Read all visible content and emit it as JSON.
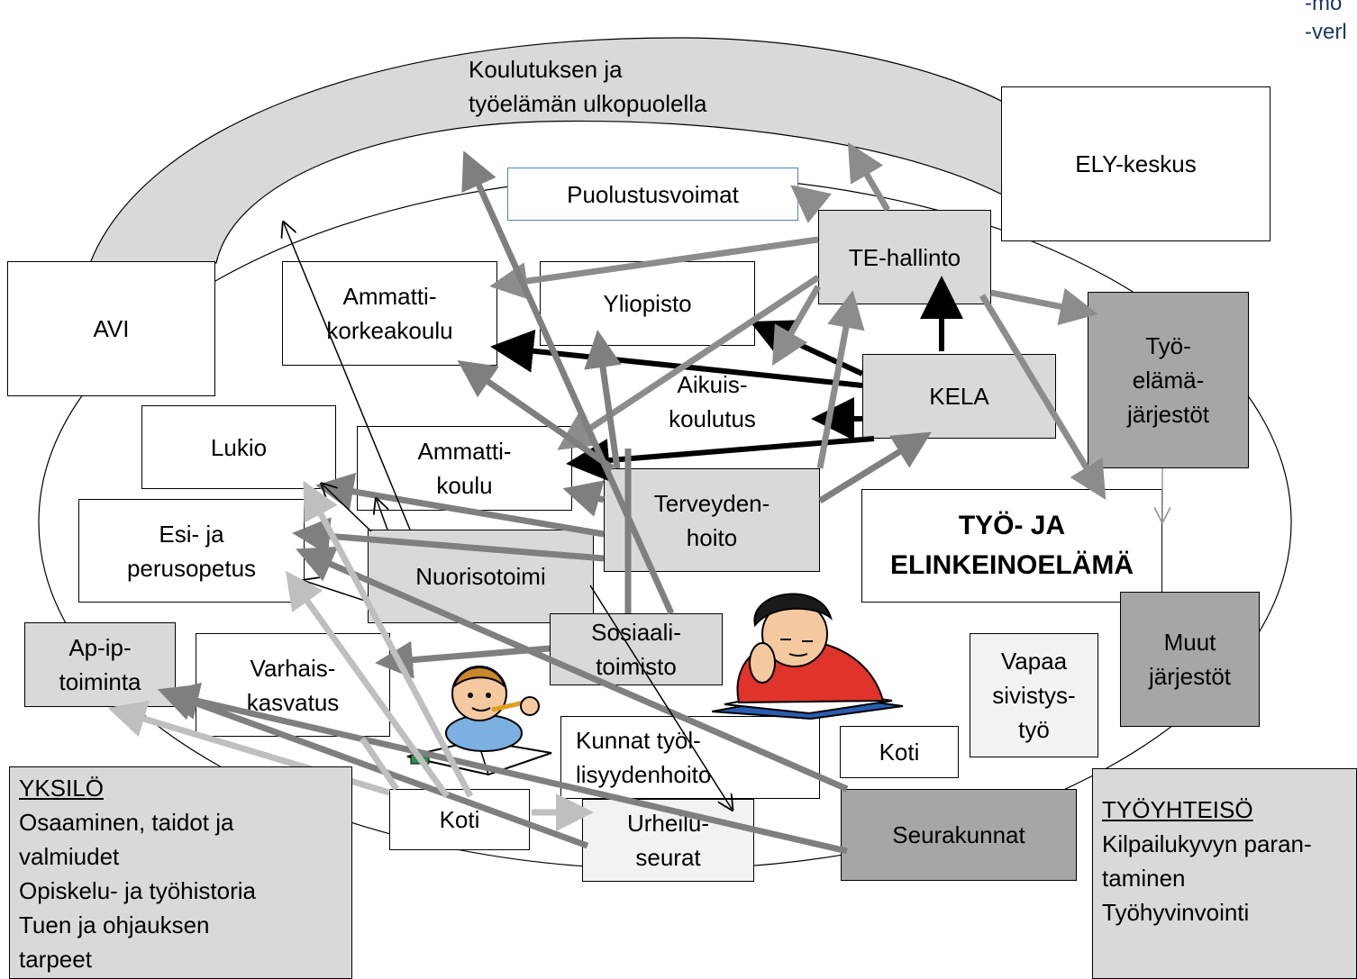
{
  "top_notes": [
    "-mo",
    "-verl"
  ],
  "outer_band_label": [
    "Koulutuksen ja",
    "työelämän ulkopuolella"
  ],
  "boxes": {
    "ely": "ELY-keskus",
    "puolustusvoimat": "Puolustusvoimat",
    "te_hallinto": "TE-hallinto",
    "avi": "AVI",
    "ammattikorkeakoulu": [
      "Ammatti-",
      "korkeakoulu"
    ],
    "yliopisto": "Yliopisto",
    "aikuiskoulutus": [
      "Aikuis-",
      "koulutus"
    ],
    "kela": "KELA",
    "tyoelamajarjestot": [
      "Työ-",
      "elämä-",
      "järjestöt"
    ],
    "lukio": "Lukio",
    "ammattikoulu": [
      "Ammatti-",
      "koulu"
    ],
    "terveydenhoito": [
      "Terveyden-",
      "hoito"
    ],
    "tyo_ja_elinkeinoelama": [
      "TYÖ- JA",
      "ELINKEINOELÄMÄ"
    ],
    "esi_ja_perusopetus": [
      "Esi- ja",
      "perusopetus"
    ],
    "nuorisotoimi": "Nuorisotoimi",
    "sosiaalitoimisto": [
      "Sosiaali-",
      "toimisto"
    ],
    "muut_jarjestot": [
      "Muut",
      "järjestöt"
    ],
    "ap_ip_toiminta": [
      "Ap-ip-",
      "toiminta"
    ],
    "varhaiskasvatus": [
      "Varhais-",
      "kasvatus"
    ],
    "vapaa_sivistystyo": [
      "Vapaa",
      "sivistys-",
      "työ"
    ],
    "kunnat_tyollisyydenhoito": [
      "Kunnat työl-",
      "lisyydenhoito"
    ],
    "koti_right": "Koti",
    "koti_bottom": "Koti",
    "urheiluseurat": [
      "Urheilu-",
      "seurat"
    ],
    "seurakunnat": "Seurakunnat"
  },
  "yksilo": {
    "heading": "YKSILÖ",
    "lines": [
      "Osaaminen, taidot ja",
      "valmiudet",
      "Opiskelu- ja työhistoria",
      "Tuen ja ohjauksen",
      "tarpeet"
    ]
  },
  "tyoyhteiso": {
    "heading": "TYÖYHTEISÖ",
    "lines": [
      "Kilpailukyvyn paran-",
      "taminen",
      "Työhyvinvointi"
    ]
  },
  "colors": {
    "arrow_black": "#000000",
    "arrow_dark": "#7f7f7f",
    "arrow_mid": "#8c8c8c",
    "arrow_light": "#bfbfbf",
    "band_fill": "#d9d9d9",
    "note_blue": "#1f3864"
  },
  "images": [
    "boy-thinking-with-pencil-clipart",
    "boy-reading-book-clipart"
  ]
}
